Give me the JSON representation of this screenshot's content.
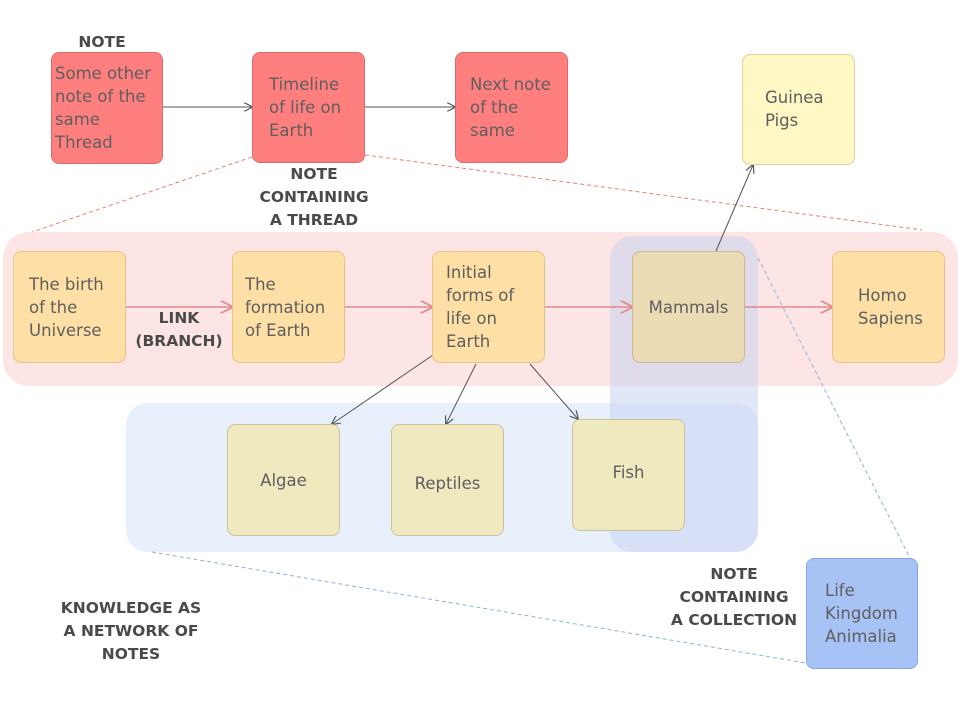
{
  "colors": {
    "thread_region": "#fde5e5",
    "collection_region": "#e8f0fc",
    "note_red": "#ff7f7f",
    "note_orange": "#fee0a6",
    "note_olive": "#efe9c0",
    "note_yellow": "#fff7c4",
    "note_blue": "#a7c3f6",
    "link_arrow": "#e58a8a",
    "plain_arrow": "#555555",
    "dashed_red": "#e8836f",
    "dashed_blue": "#8fb1d8"
  },
  "labels": {
    "note": "NOTE",
    "note_thread": "NOTE\nCONTAINING\nA THREAD",
    "link_branch": "LINK\n(BRANCH)",
    "note_collection": "NOTE\nCONTAINING\nA COLLECTION",
    "knowledge": "KNOWLEDGE AS\nA NETWORK OF\nNOTES"
  },
  "notes": {
    "other_note": "Some other note of the same Thread",
    "timeline": "Timeline of life on Earth",
    "next_note": "Next note of the same",
    "guinea_pigs": "Guinea Pigs",
    "birth_universe": "The birth of the Universe",
    "formation_earth": "The formation of Earth",
    "initial_forms": "Initial forms of life on Earth",
    "mammals": "Mammals",
    "homo_sapiens": "Homo Sapiens",
    "algae": "Algae",
    "reptiles": "Reptiles",
    "fish": "Fish",
    "life_kingdom": "Life Kingdom Animalia"
  }
}
